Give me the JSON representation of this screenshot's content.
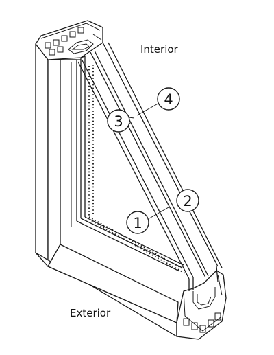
{
  "labels": {
    "interior": "Interior",
    "exterior": "Exterior"
  },
  "callouts": [
    "1",
    "2",
    "3",
    "4"
  ]
}
